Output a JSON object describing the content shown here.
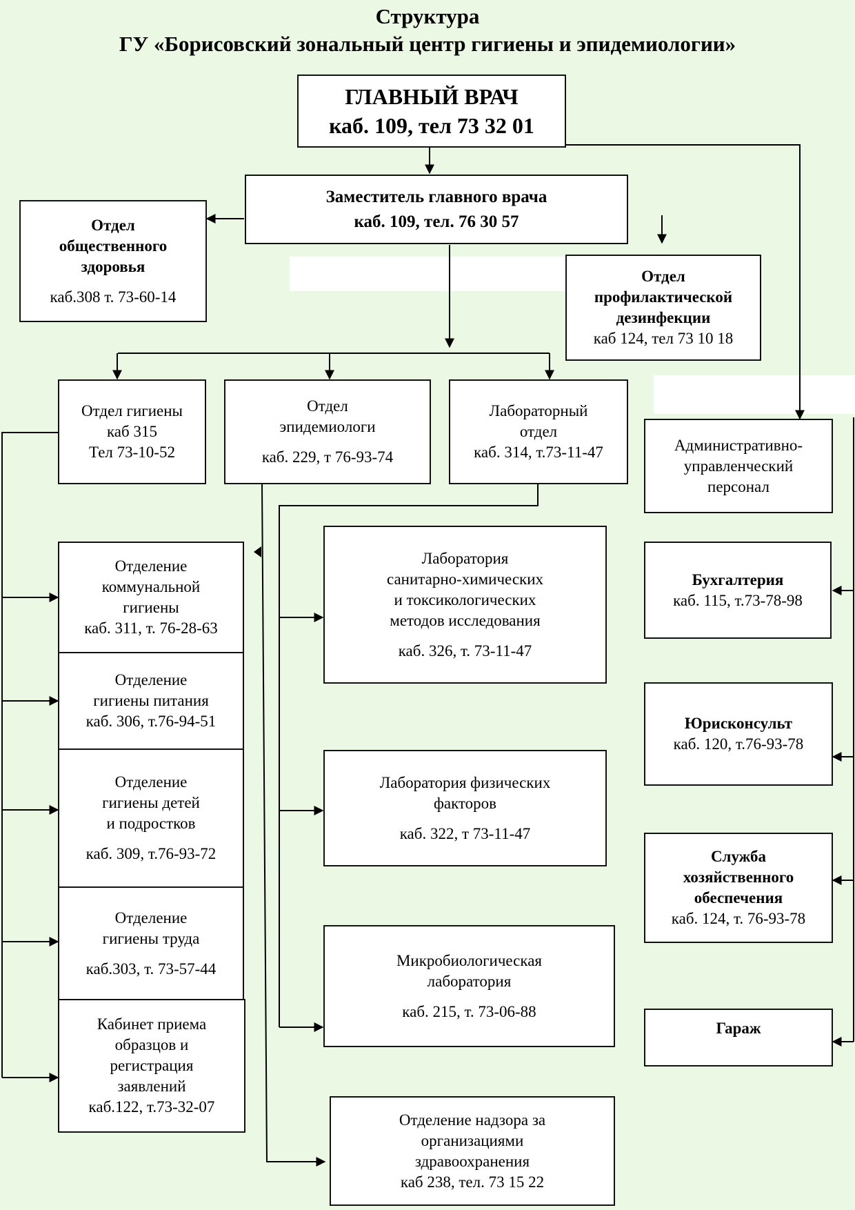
{
  "header": {
    "title_line1": "Структура",
    "title_line2": "ГУ «Борисовский зональный центр гигиены и эпидемиологии»"
  },
  "chief": {
    "name": "ГЛАВНЫЙ ВРАЧ",
    "contact": "каб. 109, тел 73 32 01"
  },
  "deputy": {
    "name": "Заместитель главного врача",
    "contact": "каб. 109, тел. 76 30 57"
  },
  "public_health": {
    "name": "Отдел\nобщественного\nздоровья",
    "contact": "каб.308 т. 73-60-14"
  },
  "disinfection": {
    "name": "Отдел\nпрофилактической\nдезинфекции",
    "contact": "каб 124, тел 73 10 18"
  },
  "hygiene_dept": {
    "name": "Отдел гигиены\nкаб 315\nТел 73-10-52"
  },
  "epidemiology_dept": {
    "name": "Отдел\nэпидемиологи",
    "contact": "каб. 229, т 76-93-74"
  },
  "lab_dept": {
    "name": "Лабораторный\nотдел",
    "contact": "каб. 314, т.73-11-47"
  },
  "admin": {
    "name": "Административно-\nуправленческий\nперсонал"
  },
  "communal": {
    "name": "Отделение\nкоммунальной\nгигиены",
    "contact": "каб. 311, т. 76-28-63"
  },
  "nutrition": {
    "name": "Отделение\nгигиены питания",
    "contact": "каб. 306, т.76-94-51"
  },
  "children": {
    "name": "Отделение\nгигиены детей\nи подростков",
    "contact": "каб. 309, т.76-93-72"
  },
  "labour": {
    "name": "Отделение\nгигиены труда",
    "contact": "каб.303, т. 73-57-44"
  },
  "reception": {
    "name": "Кабинет приема\nобразцов и\nрегистрация\nзаявлений",
    "contact": "каб.122, т.73-32-07"
  },
  "chem_lab": {
    "name": "Лаборатория\nсанитарно-химических\nи токсикологических\nметодов исследования",
    "contact": "каб. 326, т. 73-11-47"
  },
  "phys_lab": {
    "name": "Лаборатория физических\nфакторов",
    "contact": "каб. 322, т 73-11-47"
  },
  "micro_lab": {
    "name": "Микробиологическая\nлаборатория",
    "contact": "каб. 215, т. 73-06-88"
  },
  "healthcare_supervision": {
    "name": "Отделение надзора за\nорганизациями\nздравоохранения",
    "contact": "каб 238, тел. 73 15 22"
  },
  "accounting": {
    "name": "Бухгалтерия",
    "contact": "каб. 115, т.73-78-98"
  },
  "legal": {
    "name": "Юрисконсульт",
    "contact": "каб. 120, т.76-93-78"
  },
  "supply": {
    "name": "Служба\nхозяйственного\nобеспечения",
    "contact": "каб. 124, т. 76-93-78"
  },
  "garage": {
    "name": "Гараж"
  }
}
